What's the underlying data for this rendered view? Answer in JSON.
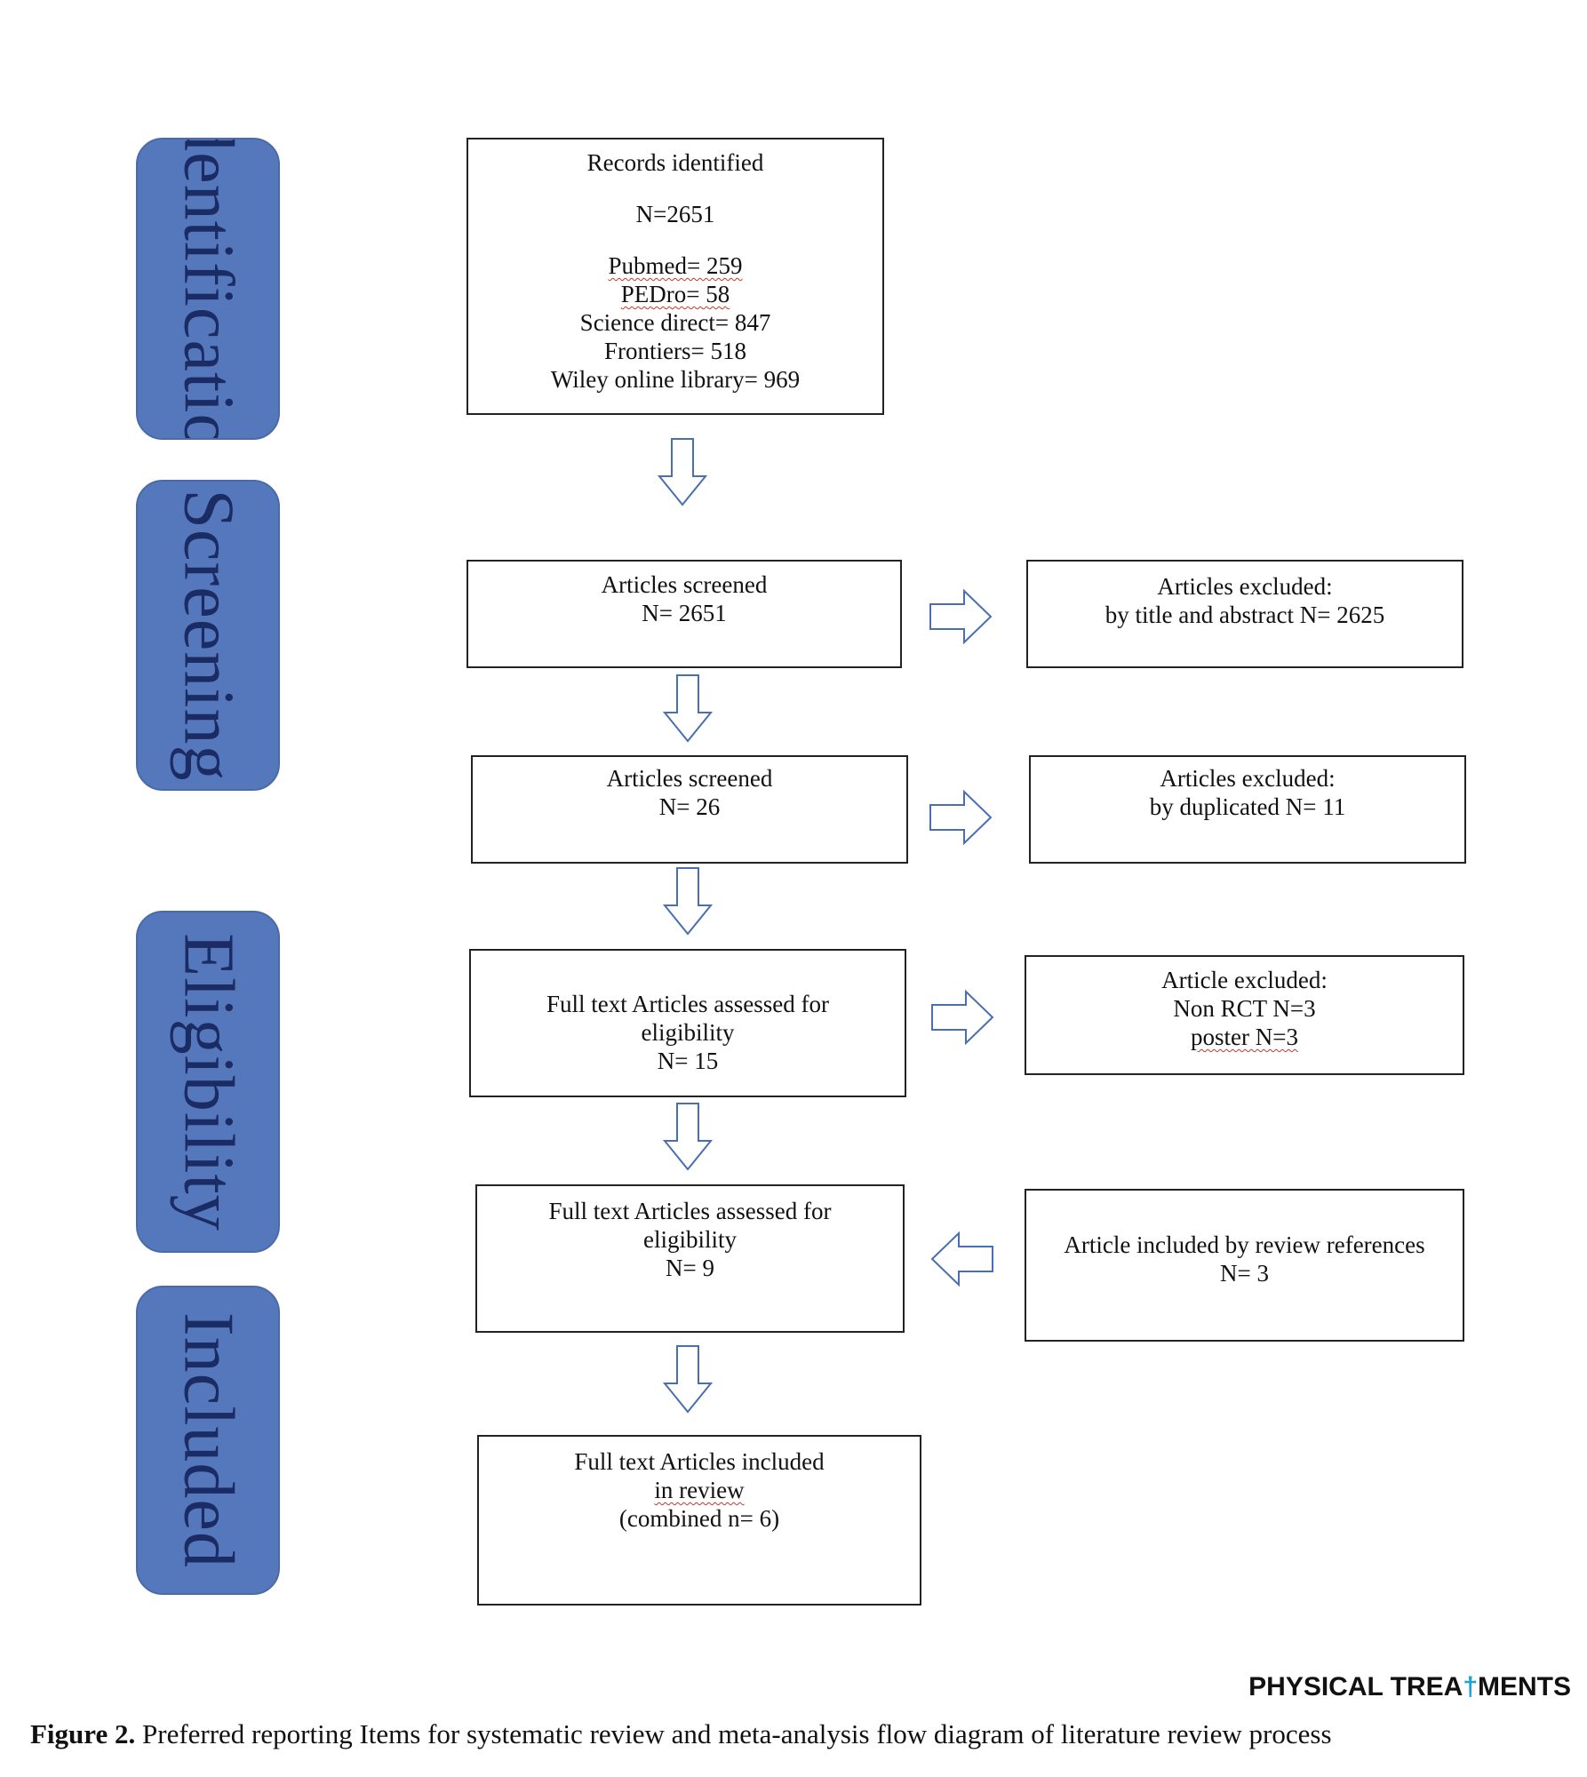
{
  "stages": {
    "identification": "Identification",
    "screening": "Screening",
    "eligibility": "Eligibility",
    "included": "Included"
  },
  "boxes": {
    "records_identified": {
      "title": "Records identified",
      "total": "N=2651",
      "sources": [
        "Pubmed= 259",
        "PEDro= 58",
        "Science direct= 847",
        "Frontiers= 518",
        "Wiley online library= 969"
      ]
    },
    "screened_1": {
      "lines": [
        "Articles screened",
        "N= 2651"
      ]
    },
    "excluded_1": {
      "lines": [
        "Articles excluded:",
        "by title  and abstract N= 2625"
      ]
    },
    "screened_2": {
      "lines": [
        "Articles screened",
        "N= 26"
      ]
    },
    "excluded_2": {
      "lines": [
        "Articles excluded:",
        "by duplicated  N= 11"
      ]
    },
    "fulltext_1": {
      "lines": [
        "Full text Articles assessed for",
        "eligibility",
        "N= 15"
      ]
    },
    "excluded_3": {
      "lines": [
        "Article excluded:",
        "Non RCT N=3",
        "poster N=3"
      ]
    },
    "fulltext_2": {
      "lines": [
        "Full text Articles assessed for",
        "eligibility",
        "N= 9"
      ]
    },
    "included_refs": {
      "lines": [
        "Article included  by review references",
        "N= 3"
      ]
    },
    "final": {
      "lines": [
        "Full text Articles included",
        "in review",
        "(combined  n= 6)"
      ]
    }
  },
  "footer": {
    "logo_left": "PHYSICAL TREA",
    "logo_mark": "†",
    "logo_right": "MENTS",
    "figure_label": "Figure 2.",
    "caption": " Preferred reporting Items for systematic review and meta-analysis flow diagram of literature review process"
  },
  "colors": {
    "stage_fill": "#5578bd",
    "stage_text": "#1b2b63",
    "arrow_stroke": "#4a6fb0",
    "logo_accent": "#1fa3d6"
  }
}
